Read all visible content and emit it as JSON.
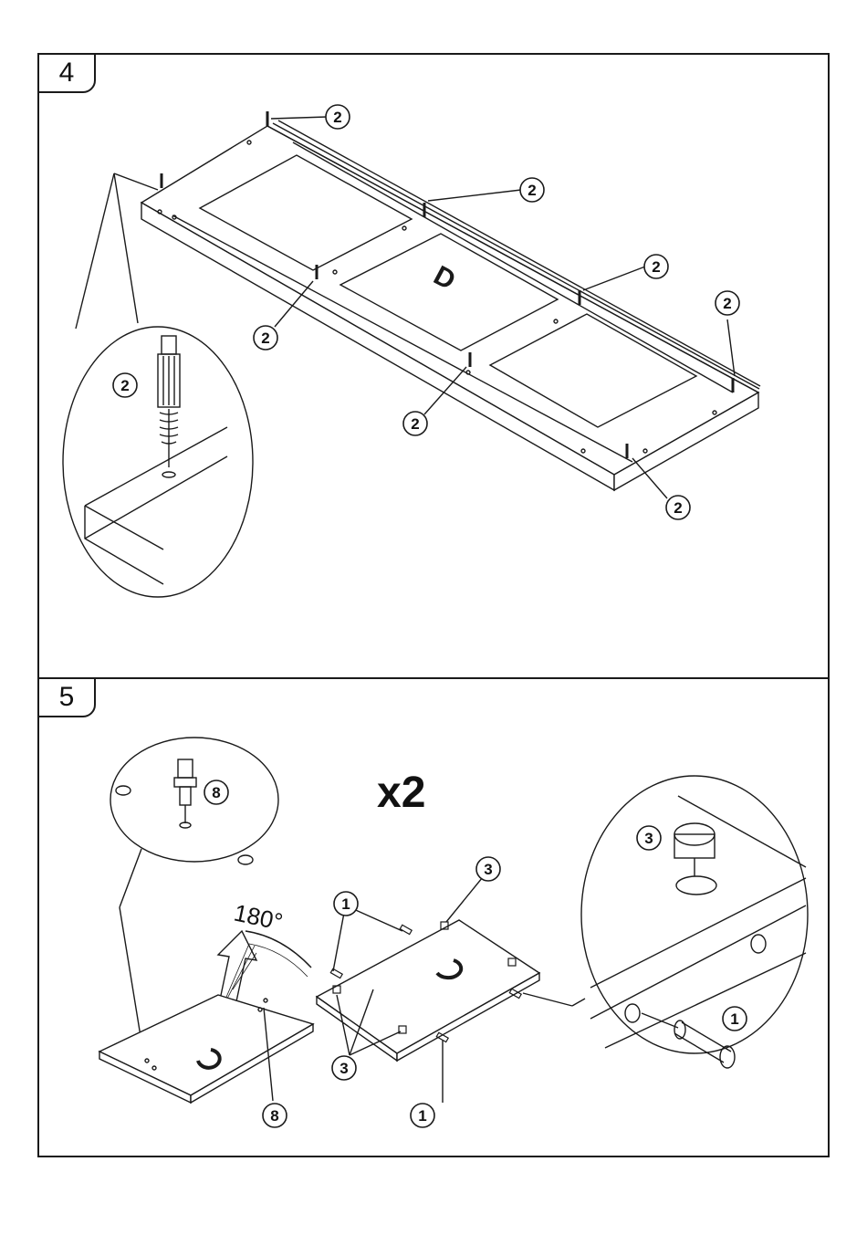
{
  "steps": [
    {
      "number": "4",
      "panel_label": "D",
      "callouts": [
        "2",
        "2",
        "2",
        "2",
        "2",
        "2",
        "2",
        "2",
        "2"
      ]
    },
    {
      "number": "5",
      "quantity": "x2",
      "rotation": "180°",
      "panel_label_left": "C",
      "panel_label_right": "C",
      "callouts": {
        "pin": "8",
        "dowel": "1",
        "cam": "3"
      }
    }
  ]
}
